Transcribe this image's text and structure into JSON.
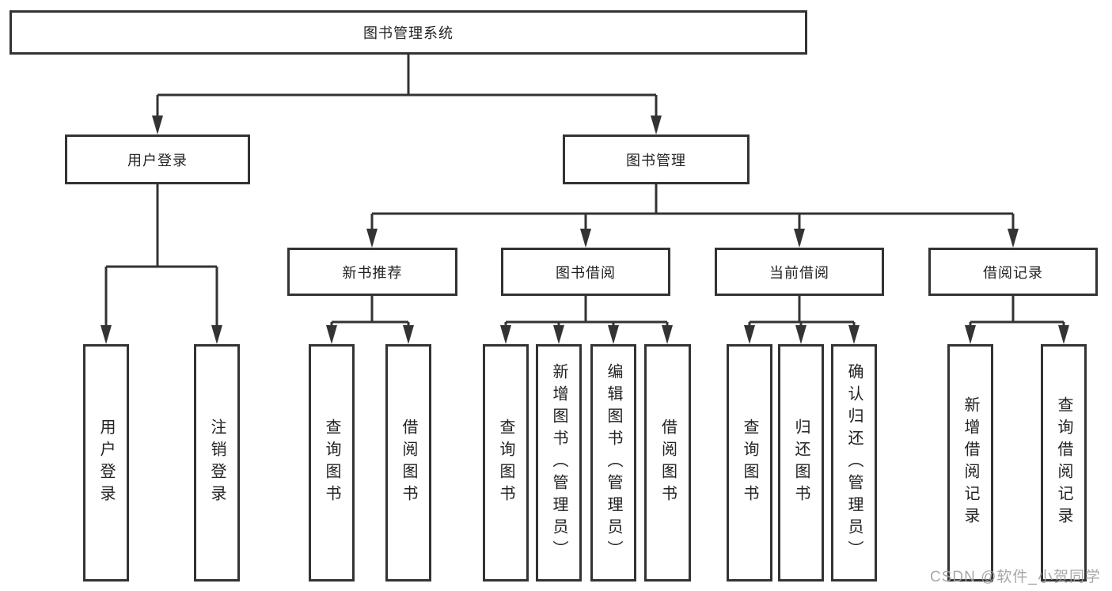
{
  "diagram": {
    "root": {
      "label": "图书管理系统"
    },
    "level2": [
      {
        "label": "用户登录"
      },
      {
        "label": "图书管理"
      }
    ],
    "level3": [
      {
        "label": "新书推荐"
      },
      {
        "label": "图书借阅"
      },
      {
        "label": "当前借阅"
      },
      {
        "label": "借阅记录"
      }
    ],
    "leaves": [
      {
        "label": "用户登录"
      },
      {
        "label": "注销登录"
      },
      {
        "label": "查询图书"
      },
      {
        "label": "借阅图书"
      },
      {
        "label": "查询图书"
      },
      {
        "label": "新增图书（管理员）"
      },
      {
        "label": "编辑图书（管理员）"
      },
      {
        "label": "借阅图书"
      },
      {
        "label": "查询图书"
      },
      {
        "label": "归还图书"
      },
      {
        "label": "确认归还（管理员）"
      },
      {
        "label": "新增借阅记录"
      },
      {
        "label": "查询借阅记录"
      }
    ]
  },
  "watermark": {
    "text": "CSDN @软件_小贺同学"
  },
  "colors": {
    "line": "#333333",
    "text": "#222222",
    "watermark": "#9e9e9e",
    "background": "#ffffff"
  }
}
